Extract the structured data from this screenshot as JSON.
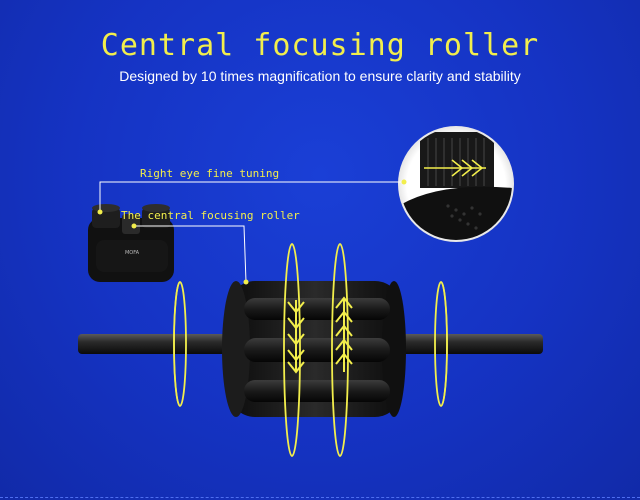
{
  "header": {
    "title": "Central focusing roller",
    "subtitle": "Designed by 10 times magnification to ensure clarity and stability"
  },
  "callouts": {
    "right_eye": "Right eye fine tuning",
    "central_roller": "The central focusing roller"
  },
  "binocular_brand": "MOFA",
  "colors": {
    "background": "#1433c4",
    "accent": "#f2ee4c",
    "line": "#ffffff"
  }
}
